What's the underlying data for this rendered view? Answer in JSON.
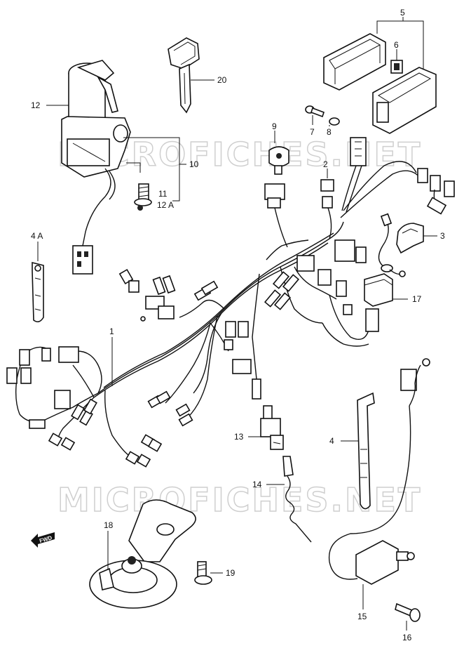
{
  "watermark": {
    "text": "MICROFICHES.NET",
    "color": "#cfcfcf"
  },
  "direction_arrow": {
    "label": "FWD"
  },
  "callouts": [
    {
      "id": "5",
      "label": "5"
    },
    {
      "id": "6",
      "label": "6"
    },
    {
      "id": "20",
      "label": "20"
    },
    {
      "id": "12",
      "label": "12"
    },
    {
      "id": "7",
      "label": "7"
    },
    {
      "id": "8",
      "label": "8"
    },
    {
      "id": "9",
      "label": "9"
    },
    {
      "id": "10",
      "label": "10"
    },
    {
      "id": "2",
      "label": "2"
    },
    {
      "id": "11",
      "label": "11"
    },
    {
      "id": "12A",
      "label": "12 A"
    },
    {
      "id": "4A",
      "label": "4 A"
    },
    {
      "id": "3",
      "label": "3"
    },
    {
      "id": "17",
      "label": "17"
    },
    {
      "id": "1",
      "label": "1"
    },
    {
      "id": "13",
      "label": "13"
    },
    {
      "id": "4",
      "label": "4"
    },
    {
      "id": "14",
      "label": "14"
    },
    {
      "id": "18",
      "label": "18"
    },
    {
      "id": "19",
      "label": "19"
    },
    {
      "id": "15",
      "label": "15"
    },
    {
      "id": "16",
      "label": "16"
    }
  ]
}
